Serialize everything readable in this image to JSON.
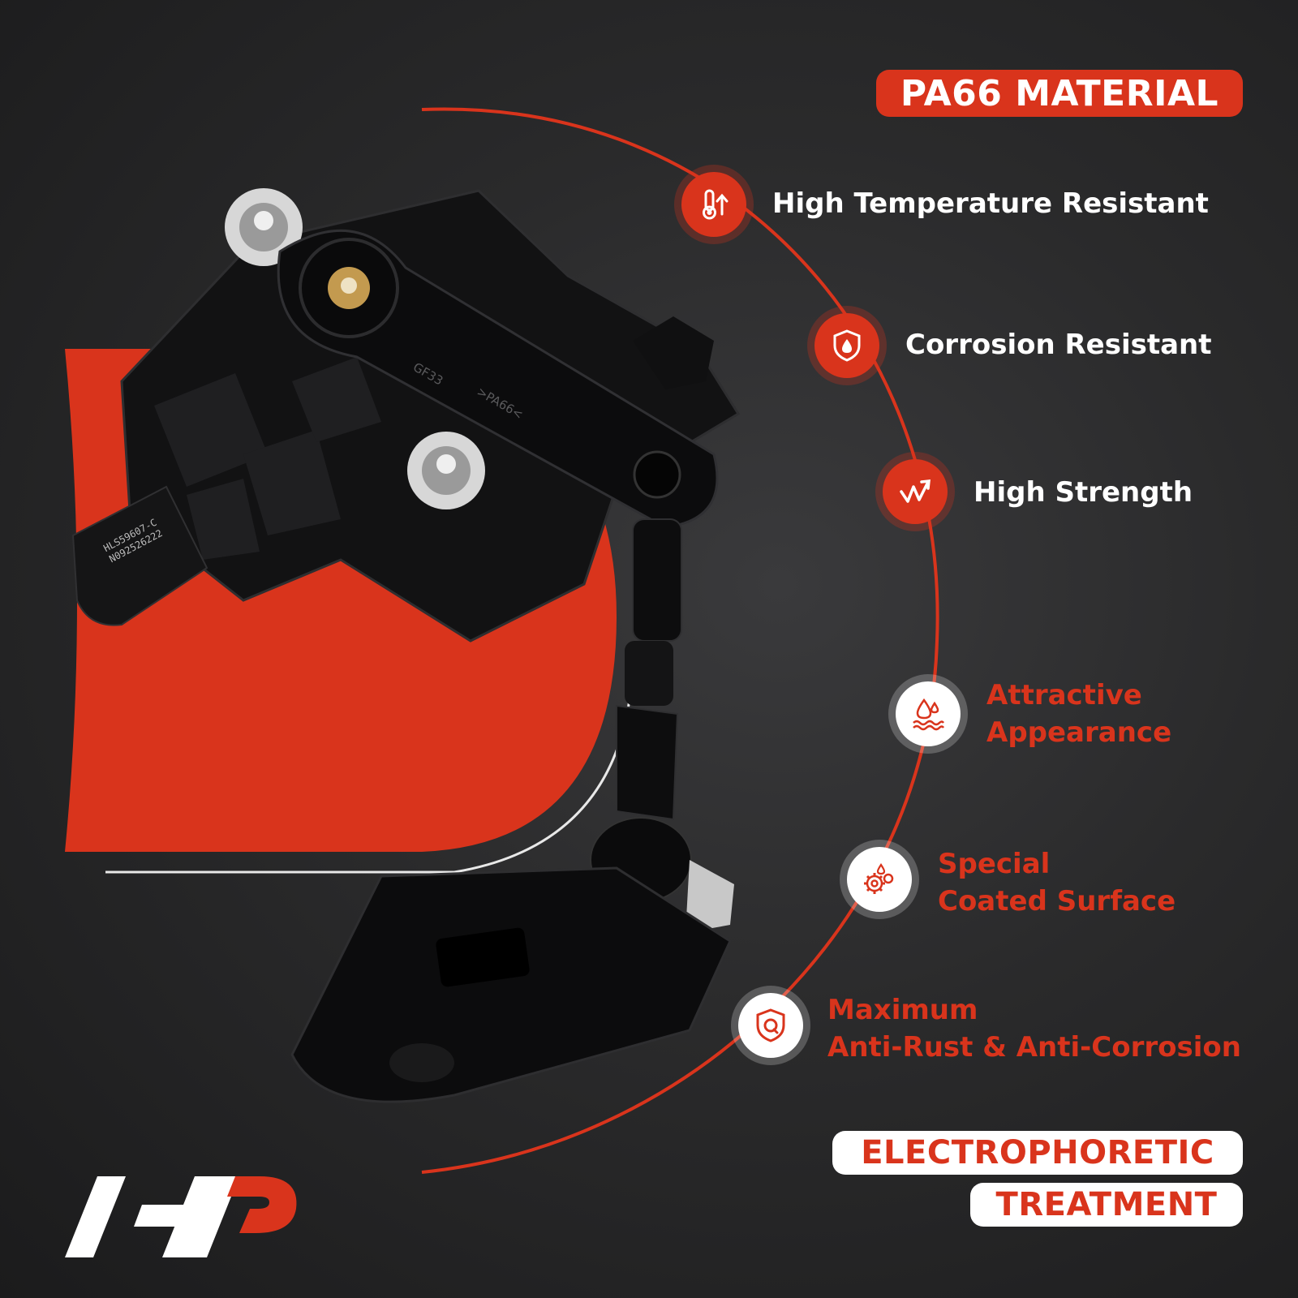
{
  "colors": {
    "accent": "#d9341c",
    "background": "#2b2b2c",
    "text_light": "#ffffff"
  },
  "header": {
    "title": "PA66 MATERIAL"
  },
  "features_top": [
    {
      "icon": "thermometer-icon",
      "label": "High Temperature Resistant"
    },
    {
      "icon": "shield-drop-icon",
      "label": "Corrosion Resistant"
    },
    {
      "icon": "strength-arrow-icon",
      "label": "High Strength"
    }
  ],
  "features_bottom": [
    {
      "icon": "water-drop-icon",
      "line1": "Attractive",
      "line2": "Appearance"
    },
    {
      "icon": "gears-icon",
      "line1": "Special",
      "line2": "Coated Surface"
    },
    {
      "icon": "shield-rust-icon",
      "line1": "Maximum",
      "line2": "Anti-Rust & Anti-Corrosion"
    }
  ],
  "footer": {
    "line1": "ELECTROPHORETIC",
    "line2": "TREATMENT"
  },
  "product": {
    "part_number": "HLS59607-C",
    "serial": "N092526222",
    "material_mark": ">PA66<",
    "grade_mark": "GF33"
  },
  "logo": {
    "icon": "brand-logo-icon"
  }
}
